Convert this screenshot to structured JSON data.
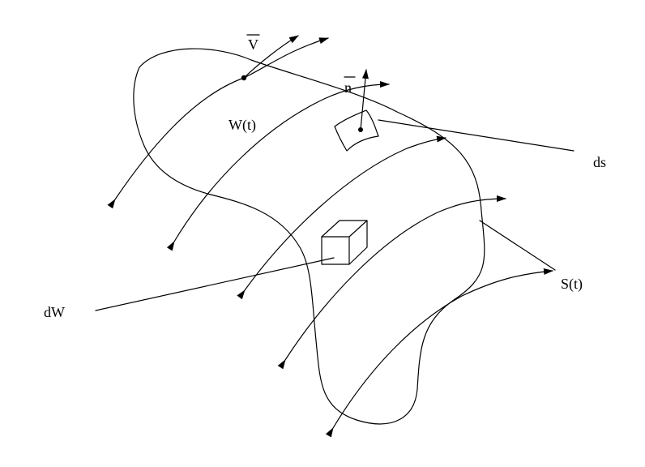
{
  "diagram": {
    "labels": {
      "velocity": "V",
      "normal": "n",
      "volume": "W(t)",
      "surface_element": "ds",
      "volume_element": "dW",
      "surface": "S(t)"
    },
    "colors": {
      "stroke": "#000000",
      "background": "#ffffff"
    }
  }
}
